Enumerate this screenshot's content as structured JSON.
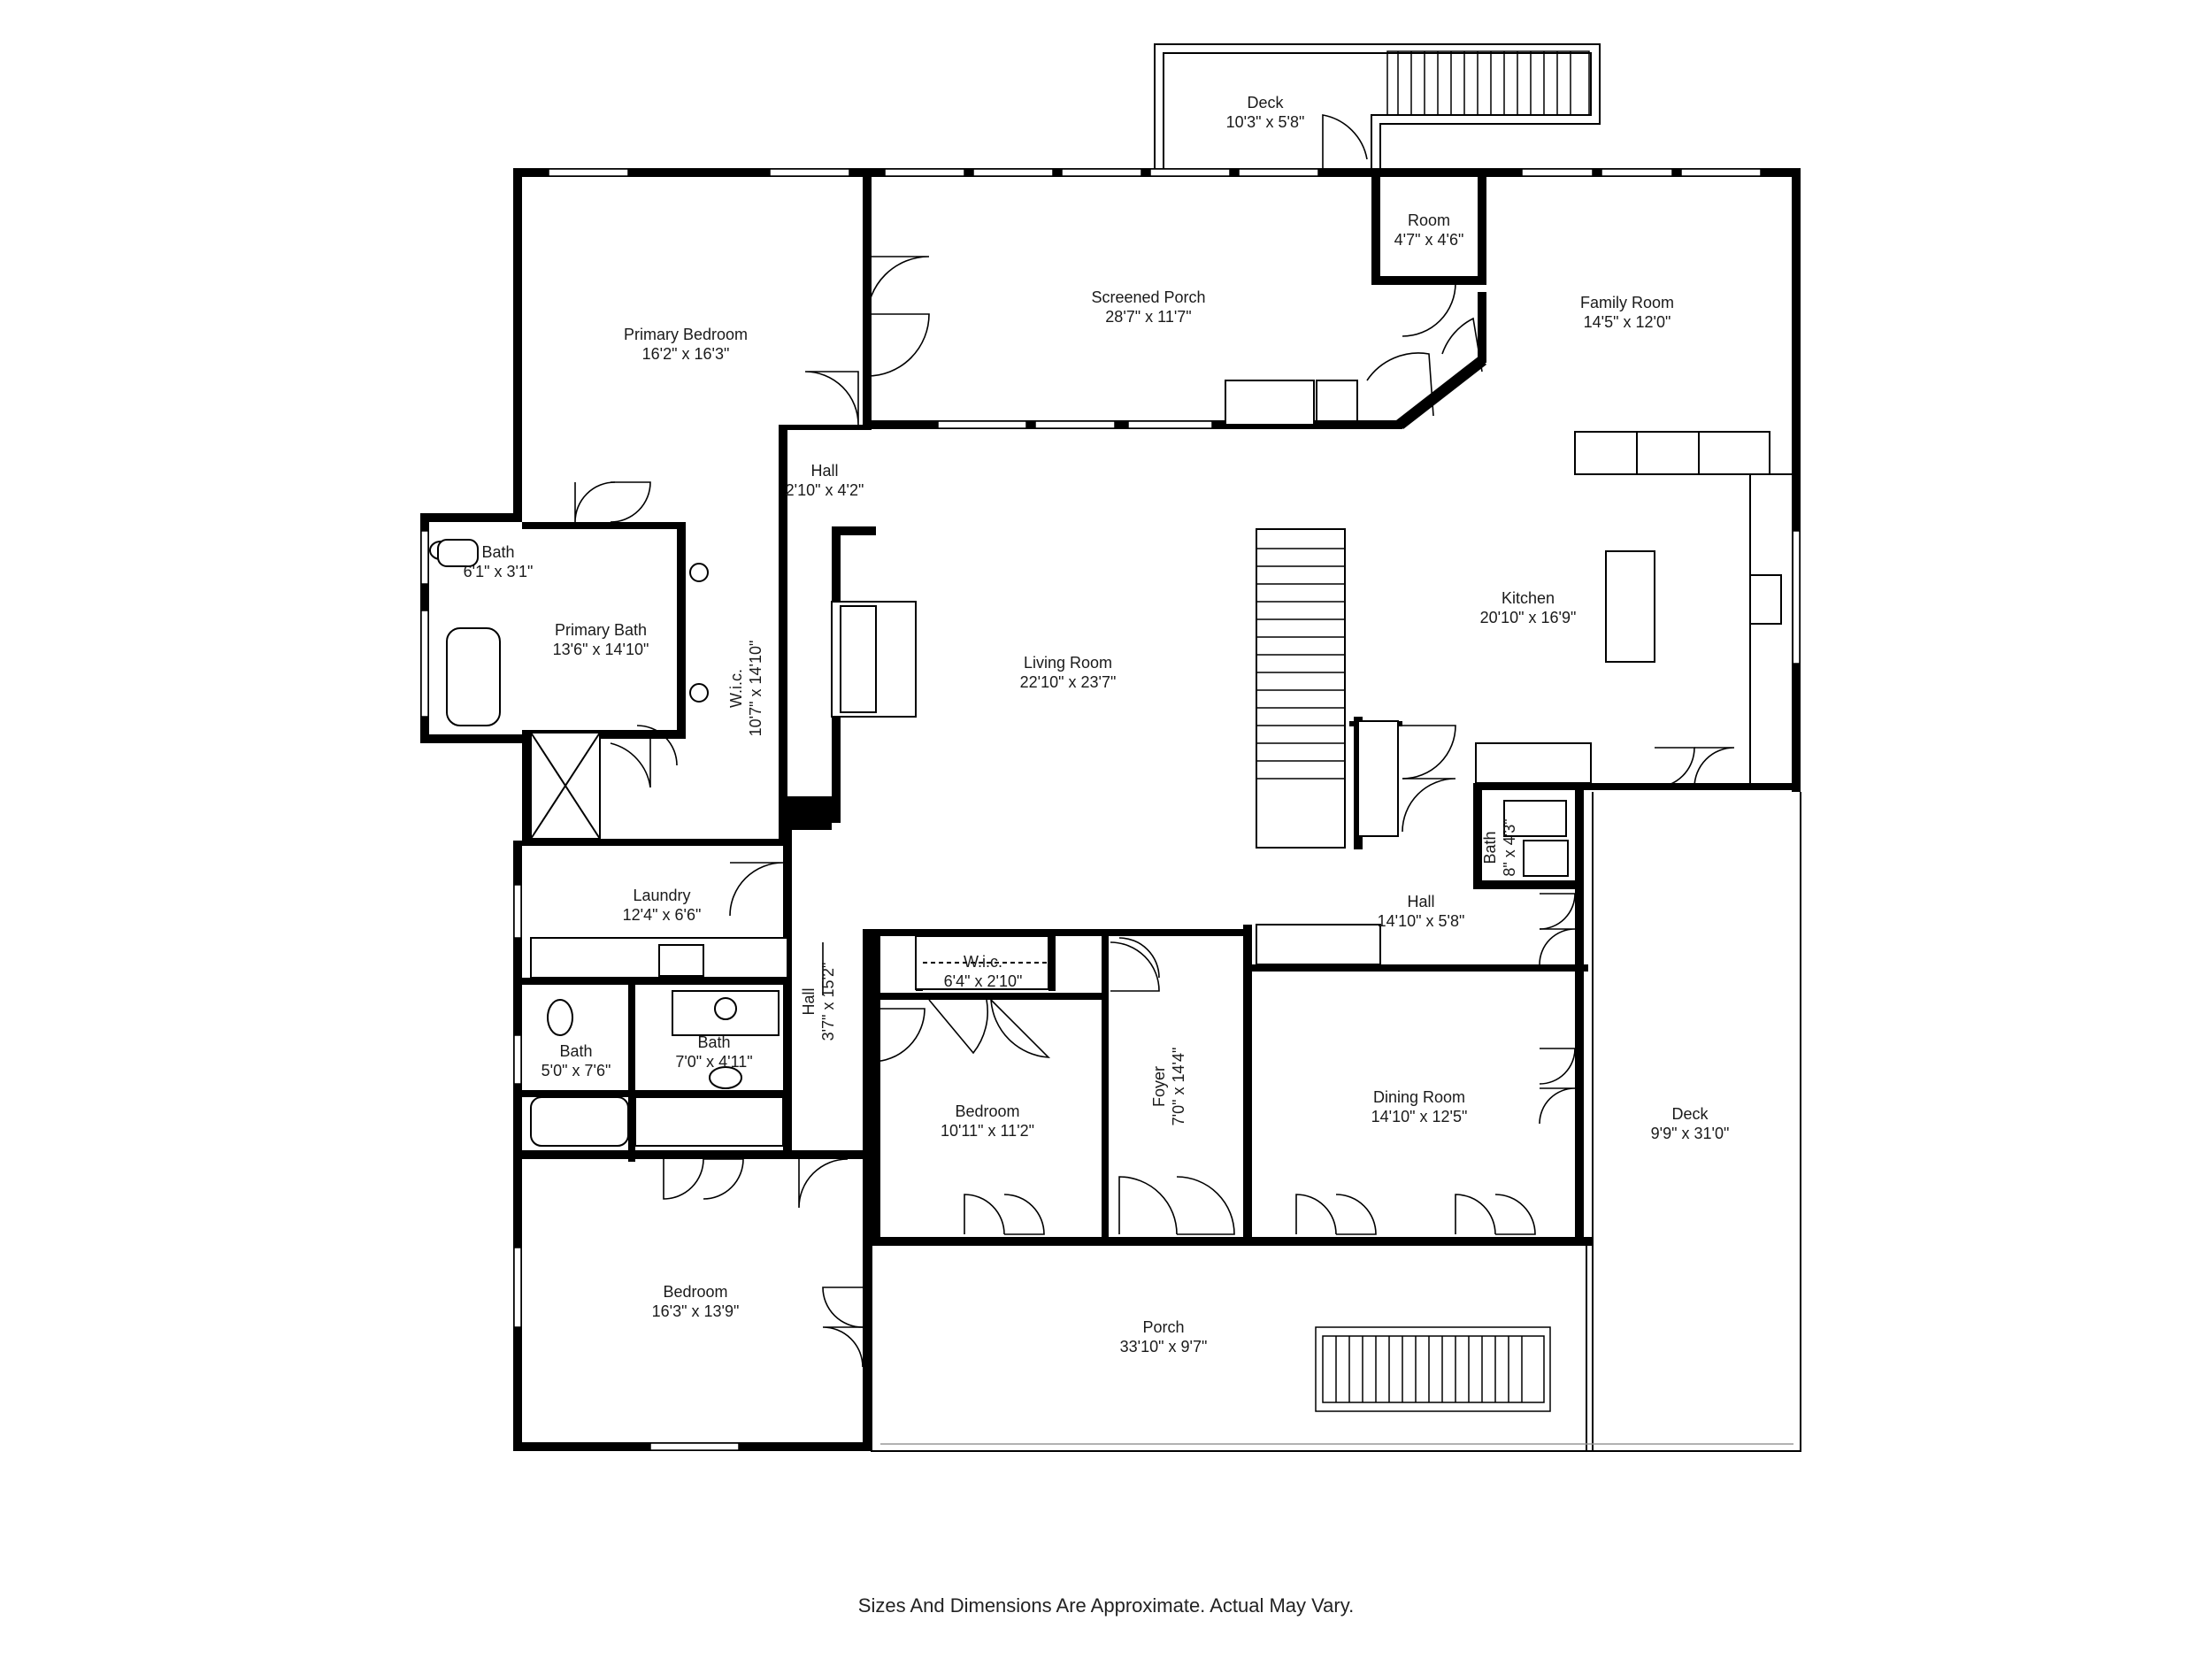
{
  "rooms": {
    "deck_top": {
      "name": "Deck",
      "dim": "10'3\" x 5'8\""
    },
    "room_small": {
      "name": "Room",
      "dim": "4'7\" x 4'6\""
    },
    "screened_porch": {
      "name": "Screened Porch",
      "dim": "28'7\" x 11'7\""
    },
    "family_room": {
      "name": "Family Room",
      "dim": "14'5\" x 12'0\""
    },
    "primary_bedroom": {
      "name": "Primary Bedroom",
      "dim": "16'2\" x 16'3\""
    },
    "hall_top": {
      "name": "Hall",
      "dim": "2'10\" x 4'2\""
    },
    "bath_primary_wc": {
      "name": "Bath",
      "dim": "6'1\" x 3'1\""
    },
    "primary_bath": {
      "name": "Primary Bath",
      "dim": "13'6\" x 14'10\""
    },
    "wic_primary": {
      "name": "W.i.c.",
      "dim": "10'7\" x 14'10\""
    },
    "kitchen": {
      "name": "Kitchen",
      "dim": "20'10\" x 16'9\""
    },
    "living_room": {
      "name": "Living Room",
      "dim": "22'10\" x 23'7\""
    },
    "bath_half": {
      "name": "Bath",
      "dim": "8\" x 4'3\""
    },
    "hall_mid": {
      "name": "Hall",
      "dim": "14'10\" x 5'8\""
    },
    "laundry": {
      "name": "Laundry",
      "dim": "12'4\" x 6'6\""
    },
    "wic_small": {
      "name": "W.i.c.",
      "dim": "6'4\" x 2'10\""
    },
    "hall_side": {
      "name": "Hall",
      "dim": "3'7\" x 15'2\""
    },
    "bath_left": {
      "name": "Bath",
      "dim": "5'0\" x 7'6\""
    },
    "bath_mid": {
      "name": "Bath",
      "dim": "7'0\" x 4'11\""
    },
    "foyer": {
      "name": "Foyer",
      "dim": "7'0\" x 14'4\""
    },
    "bedroom_mid": {
      "name": "Bedroom",
      "dim": "10'11\" x 11'2\""
    },
    "dining_room": {
      "name": "Dining Room",
      "dim": "14'10\" x 12'5\""
    },
    "deck_right": {
      "name": "Deck",
      "dim": "9'9\" x 31'0\""
    },
    "bedroom_low": {
      "name": "Bedroom",
      "dim": "16'3\" x 13'9\""
    },
    "porch": {
      "name": "Porch",
      "dim": "33'10\" x 9'7\""
    }
  },
  "footer": {
    "disclaimer": "Sizes And Dimensions Are Approximate. Actual May Vary."
  },
  "colors": {
    "wall": "#000000",
    "background": "#ffffff"
  }
}
